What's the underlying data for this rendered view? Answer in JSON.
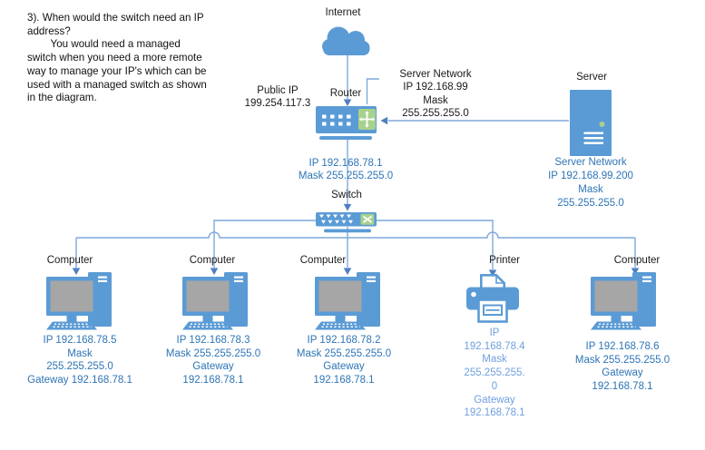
{
  "colors": {
    "device_blue": "#5B9BD5",
    "accent_green": "#A9D18E",
    "screen_gray": "#A6A6A6",
    "connector_blue": "#7FA8DC",
    "info_text_blue": "#2E75B6",
    "light_info_text_blue": "#6FA0DF"
  },
  "question": {
    "text": "3). When would the switch need an IP\naddress?\n        You would need a managed\nswitch when you need a more remote\nway to manage your IP's which can be\nused with a managed switch as shown\nin the diagram."
  },
  "diagram": {
    "internet": {
      "label": "Internet"
    },
    "router": {
      "label": "Router",
      "public_ip": "Public IP\n199.254.117.3",
      "wan_info": "Server Network\nIP 192.168.99\nMask\n255.255.255.0",
      "lan_info": "IP 192.168.78.1\nMask 255.255.255.0"
    },
    "switch": {
      "label": "Switch"
    },
    "server": {
      "label": "Server",
      "info": "Server Network\nIP 192.168.99.200\nMask\n255.255.255.0"
    },
    "devices": [
      {
        "type": "computer",
        "label": "Computer",
        "info": "IP 192.168.78.5\nMask\n255.255.255.0\nGateway 192.168.78.1"
      },
      {
        "type": "computer",
        "label": "Computer",
        "info": "IP 192.168.78.3\nMask 255.255.255.0\nGateway\n192.168.78.1"
      },
      {
        "type": "computer",
        "label": "Computer",
        "info": "IP 192.168.78.2\nMask 255.255.255.0\nGateway\n192.168.78.1"
      },
      {
        "type": "printer",
        "label": "Printer",
        "info": "IP\n192.168.78.4\nMask\n255.255.255.\n0\nGateway\n192.168.78.1"
      },
      {
        "type": "computer",
        "label": "Computer",
        "info": "IP 192.168.78.6\nMask 255.255.255.0\nGateway\n192.168.78.1"
      }
    ]
  }
}
